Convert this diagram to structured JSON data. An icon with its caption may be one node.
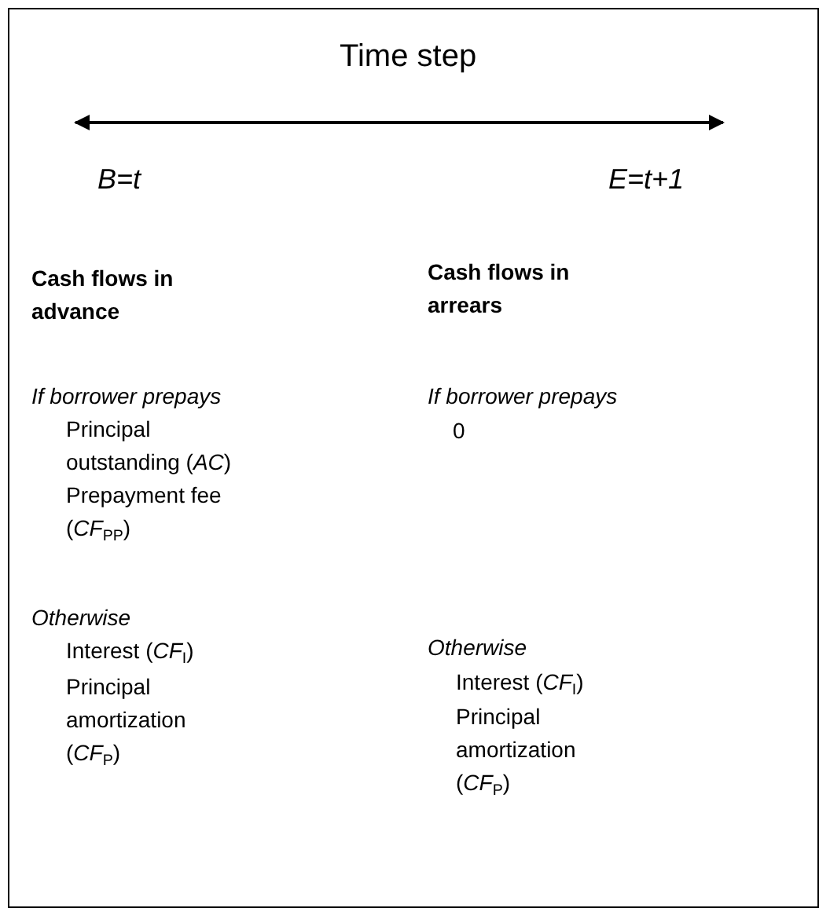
{
  "diagram": {
    "labels": [
      "Time step",
      "B=t",
      "E=t+1",
      "Cash flows in advance",
      "Cash flows in arrears",
      "If borrower prepays",
      "If borrower prepays",
      "Principal outstanding (*AC*)",
      "0",
      "Prepayment fee (*CF*$_{PP}$)",
      "Otherwise",
      "Interest (*CF*$_{I}$)",
      "Otherwise",
      "Interest (*CF*$_{I}$)",
      "Principal amortization (*CF*$_{P}$)",
      "Principal amortization (*CF*$_{P}$)"
    ]
  }
}
